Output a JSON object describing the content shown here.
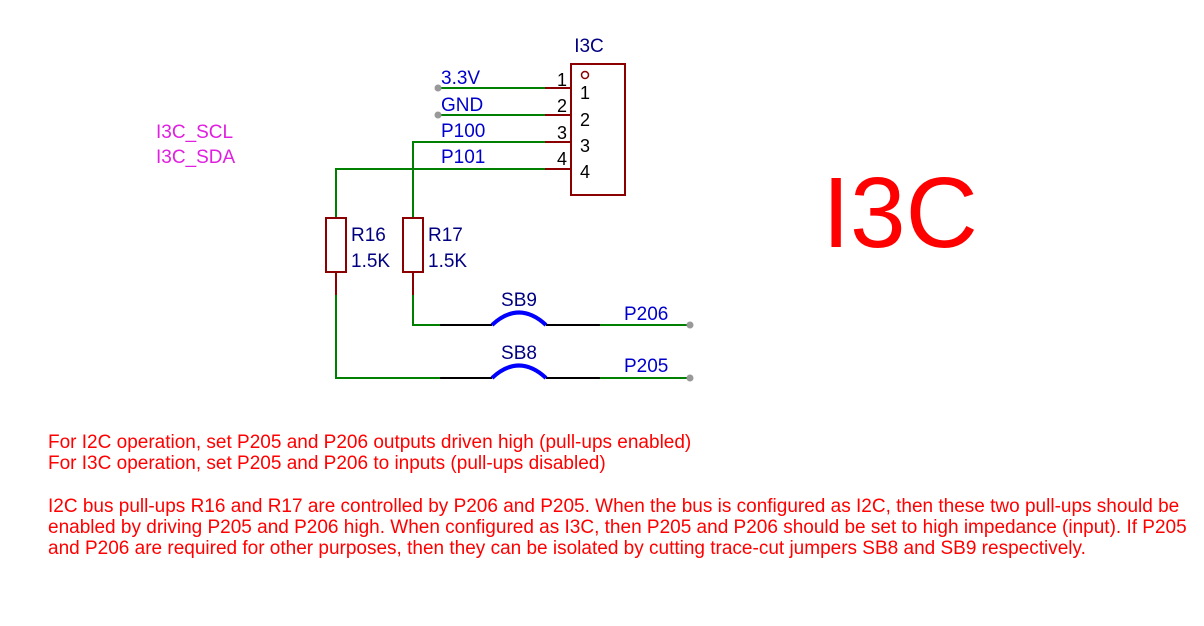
{
  "connector": {
    "ref": "I3C",
    "pins": [
      {
        "pin": "1",
        "label": "1",
        "net": "3.3V"
      },
      {
        "pin": "2",
        "label": "2",
        "net": "GND"
      },
      {
        "pin": "3",
        "label": "3",
        "net": "P100"
      },
      {
        "pin": "4",
        "label": "4",
        "net": "P101"
      }
    ]
  },
  "signal_names": [
    "I3C_SCL",
    "I3C_SDA"
  ],
  "resistors": [
    {
      "ref": "R16",
      "value": "1.5K"
    },
    {
      "ref": "R17",
      "value": "1.5K"
    }
  ],
  "jumpers": [
    {
      "ref": "SB9",
      "net": "P206"
    },
    {
      "ref": "SB8",
      "net": "P205"
    }
  ],
  "big_title": "I3C",
  "colors": {
    "wire": "#008000",
    "part": "#8b0000",
    "net_label": "#0000cc",
    "signal": "#e020e0",
    "note": "#ff0000",
    "jumper": "#0000ff",
    "pin_dot": "#999999"
  },
  "notes": {
    "line1": "For I2C operation, set P205 and P206 outputs driven high (pull-ups enabled)",
    "line2": "For I3C operation, set P205 and P206 to inputs (pull-ups disabled)",
    "paragraph": "I2C bus pull-ups R16 and R17 are controlled by P206 and P205. When the bus is configured as I2C, then these two pull-ups should be enabled by driving P205 and P206 high. When configured as I3C, then P205 and P206 should be set to high impedance (input). If P205 and P206 are required for other purposes, then they can be isolated by cutting trace-cut jumpers SB8 and SB9 respectively."
  }
}
